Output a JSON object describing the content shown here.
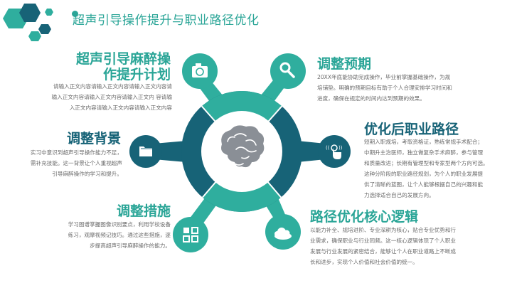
{
  "title": "超声引导操作提升与职业路径优化",
  "colors": {
    "teal": "#2fae9e",
    "dark": "#176377",
    "brain": "#8a8f96",
    "text": "#6a6a6a"
  },
  "center": {
    "icon": "brain-icon"
  },
  "sections": [
    {
      "id": "plan",
      "heading_lines": [
        "超声引导麻醉操",
        "作提升计划"
      ],
      "body_lines": [
        "请输入正文内容请输入正文内容请输入正文内容请",
        "输入正文内容请输入正文内容请输入正文内 容请输",
        "入正文内容请输入正文内容请输入正文内容"
      ],
      "icon": "camera-icon",
      "color": "teal"
    },
    {
      "id": "expectation",
      "heading_lines": [
        "调整预期"
      ],
      "body_lines": [
        "20XX年底能协助完成操作，毕业前掌握基础操作，为规",
        "培铺垫。明确的预期目标有助于个人合理安排学习时间和",
        "进度，确保在规定的时间内达到预期的效果。"
      ],
      "icon": "search-icon",
      "color": "teal"
    },
    {
      "id": "background",
      "heading_lines": [
        "调整背景"
      ],
      "body_lines": [
        "实习中意识到超声引导操作能力不足，",
        "需补充技能。这一背景让个人重视超声",
        "引导麻醉操作的学习和提升。"
      ],
      "icon": "folder-icon",
      "color": "dark"
    },
    {
      "id": "career-path",
      "heading_lines": [
        "优化后职业路径"
      ],
      "body_lines": [
        "短期入职规培，考取资格证，熟练常规手术配合；",
        "中期升主治医师，独立做复杂手术麻醉，参与管理",
        "和质量改进；长期有管理型和专家型两个方向可选。",
        "这种分阶段的职业路径规划，为个人的职业发展提",
        "供了清晰的蓝图，让个人能够根据自己的兴趣和能",
        "力选择适合自己的发展方向。"
      ],
      "icon": "touch-icon",
      "color": "dark"
    },
    {
      "id": "measures",
      "heading_lines": [
        "调整措施"
      ],
      "body_lines": [
        "学习图谱掌握图像识别要点，利用学校设备",
        "练习，观摩视频记技巧。通过这些措施，逐",
        "步提高超声引导麻醉操作的能力。"
      ],
      "icon": "grid-icon",
      "color": "teal"
    },
    {
      "id": "core-logic",
      "heading_lines": [
        "路径优化核心逻辑"
      ],
      "body_lines": [
        "以能力补全、规培进阶、专业深耕为核心，贴合专业优势和行",
        "业需求，确保职业与行业同频。这一核心逻辑体现了个人职业",
        "发展与行业发展的紧密结合，能够让个人在职业道路上不断成",
        "长和进步，实现个人价值和社会价值的统一。"
      ],
      "icon": "cloud-icon",
      "color": "teal"
    }
  ]
}
